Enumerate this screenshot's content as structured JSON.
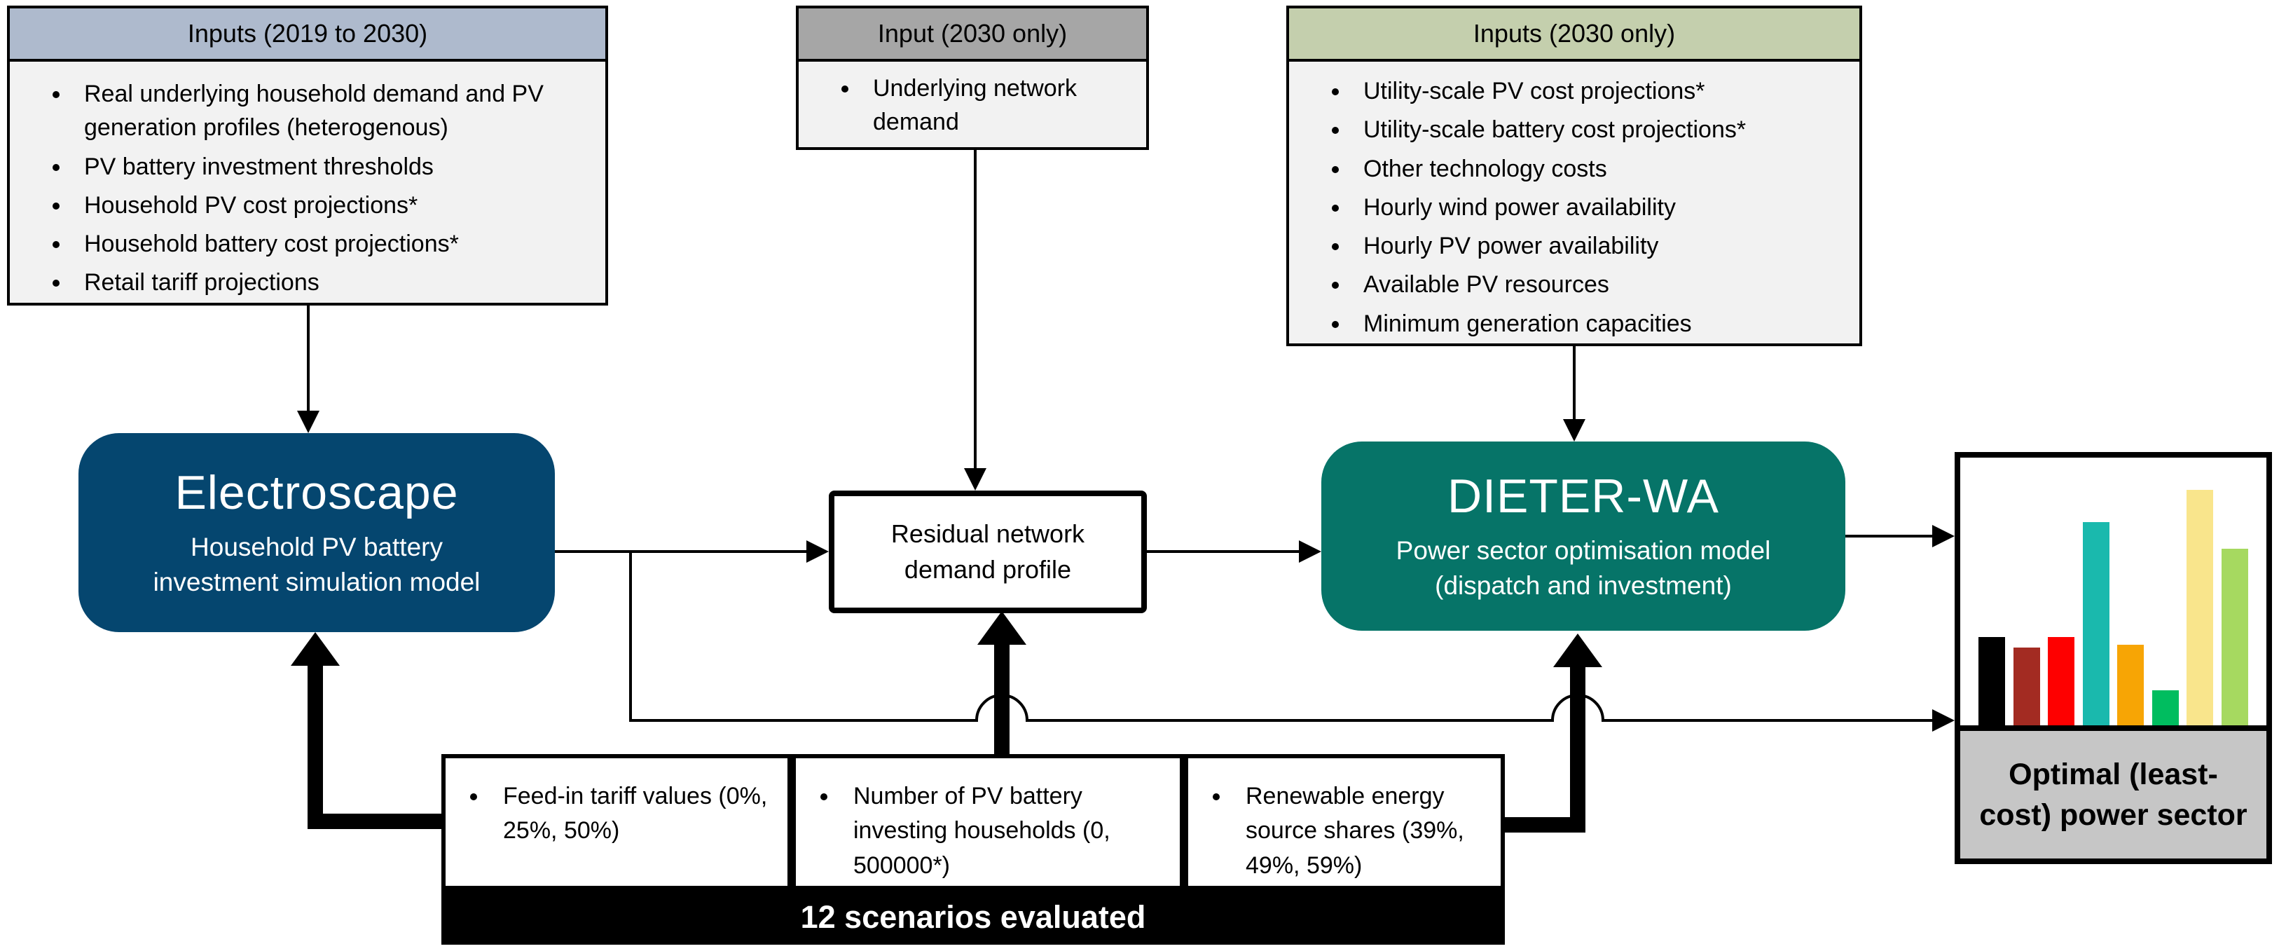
{
  "inputs_left": {
    "title": "Inputs (2019 to 2030)",
    "items": [
      "Real underlying household demand and PV generation profiles (heterogenous)",
      "PV battery investment thresholds",
      "Household PV cost projections*",
      "Household battery cost projections*",
      "Retail tariff projections"
    ]
  },
  "input_mid": {
    "title": "Input (2030 only)",
    "items": [
      "Underlying network demand"
    ]
  },
  "inputs_right": {
    "title": "Inputs (2030 only)",
    "items": [
      "Utility-scale PV cost projections*",
      "Utility-scale battery cost projections*",
      "Other technology costs",
      "Hourly wind power availability",
      "Hourly PV power availability",
      "Available PV resources",
      "Minimum generation capacities"
    ]
  },
  "electroscape": {
    "title": "Electroscape",
    "subtitle": "Household PV battery investment simulation model"
  },
  "residual": {
    "label": "Residual network demand profile"
  },
  "dieter": {
    "title": "DIETER-WA",
    "subtitle": "Power sector optimisation model (dispatch and investment)"
  },
  "scenarios": {
    "box1": [
      "Feed-in tariff values (0%, 25%, 50%)"
    ],
    "box2": [
      "Number of PV battery investing households (0, 500000*)"
    ],
    "box3": [
      "Renewable energy source shares (39%, 49%, 59%)"
    ],
    "footer": "12 scenarios evaluated"
  },
  "output": {
    "label": "Optimal (least-cost) power sector"
  },
  "colors": {
    "header_blue_gray": "#aebacd",
    "header_gray": "#a6a6a6",
    "header_green": "#c4cfad",
    "body_gray": "#f2f2f2",
    "electroscape_blue": "#05466f",
    "dieter_teal": "#067468",
    "output_label_gray": "#c6c6c6",
    "connector_black": "#000000"
  },
  "chart_data": {
    "type": "bar",
    "title": "Optimal (least-cost) power sector",
    "xlabel": "",
    "ylabel": "",
    "axes_visible": false,
    "note": "decorative pictogram bar chart, no tick labels shown",
    "categories": [
      "",
      "",
      "",
      "",
      "",
      "",
      "",
      ""
    ],
    "values": [
      33,
      29,
      33,
      76,
      30,
      13,
      88,
      66
    ],
    "value_unit": "percent of chart height (estimated from pixels)",
    "colors": [
      "#000000",
      "#a32b22",
      "#fe0000",
      "#1ab9ad",
      "#f7a505",
      "#00bd5f",
      "#f9e58c",
      "#a6d960"
    ]
  }
}
